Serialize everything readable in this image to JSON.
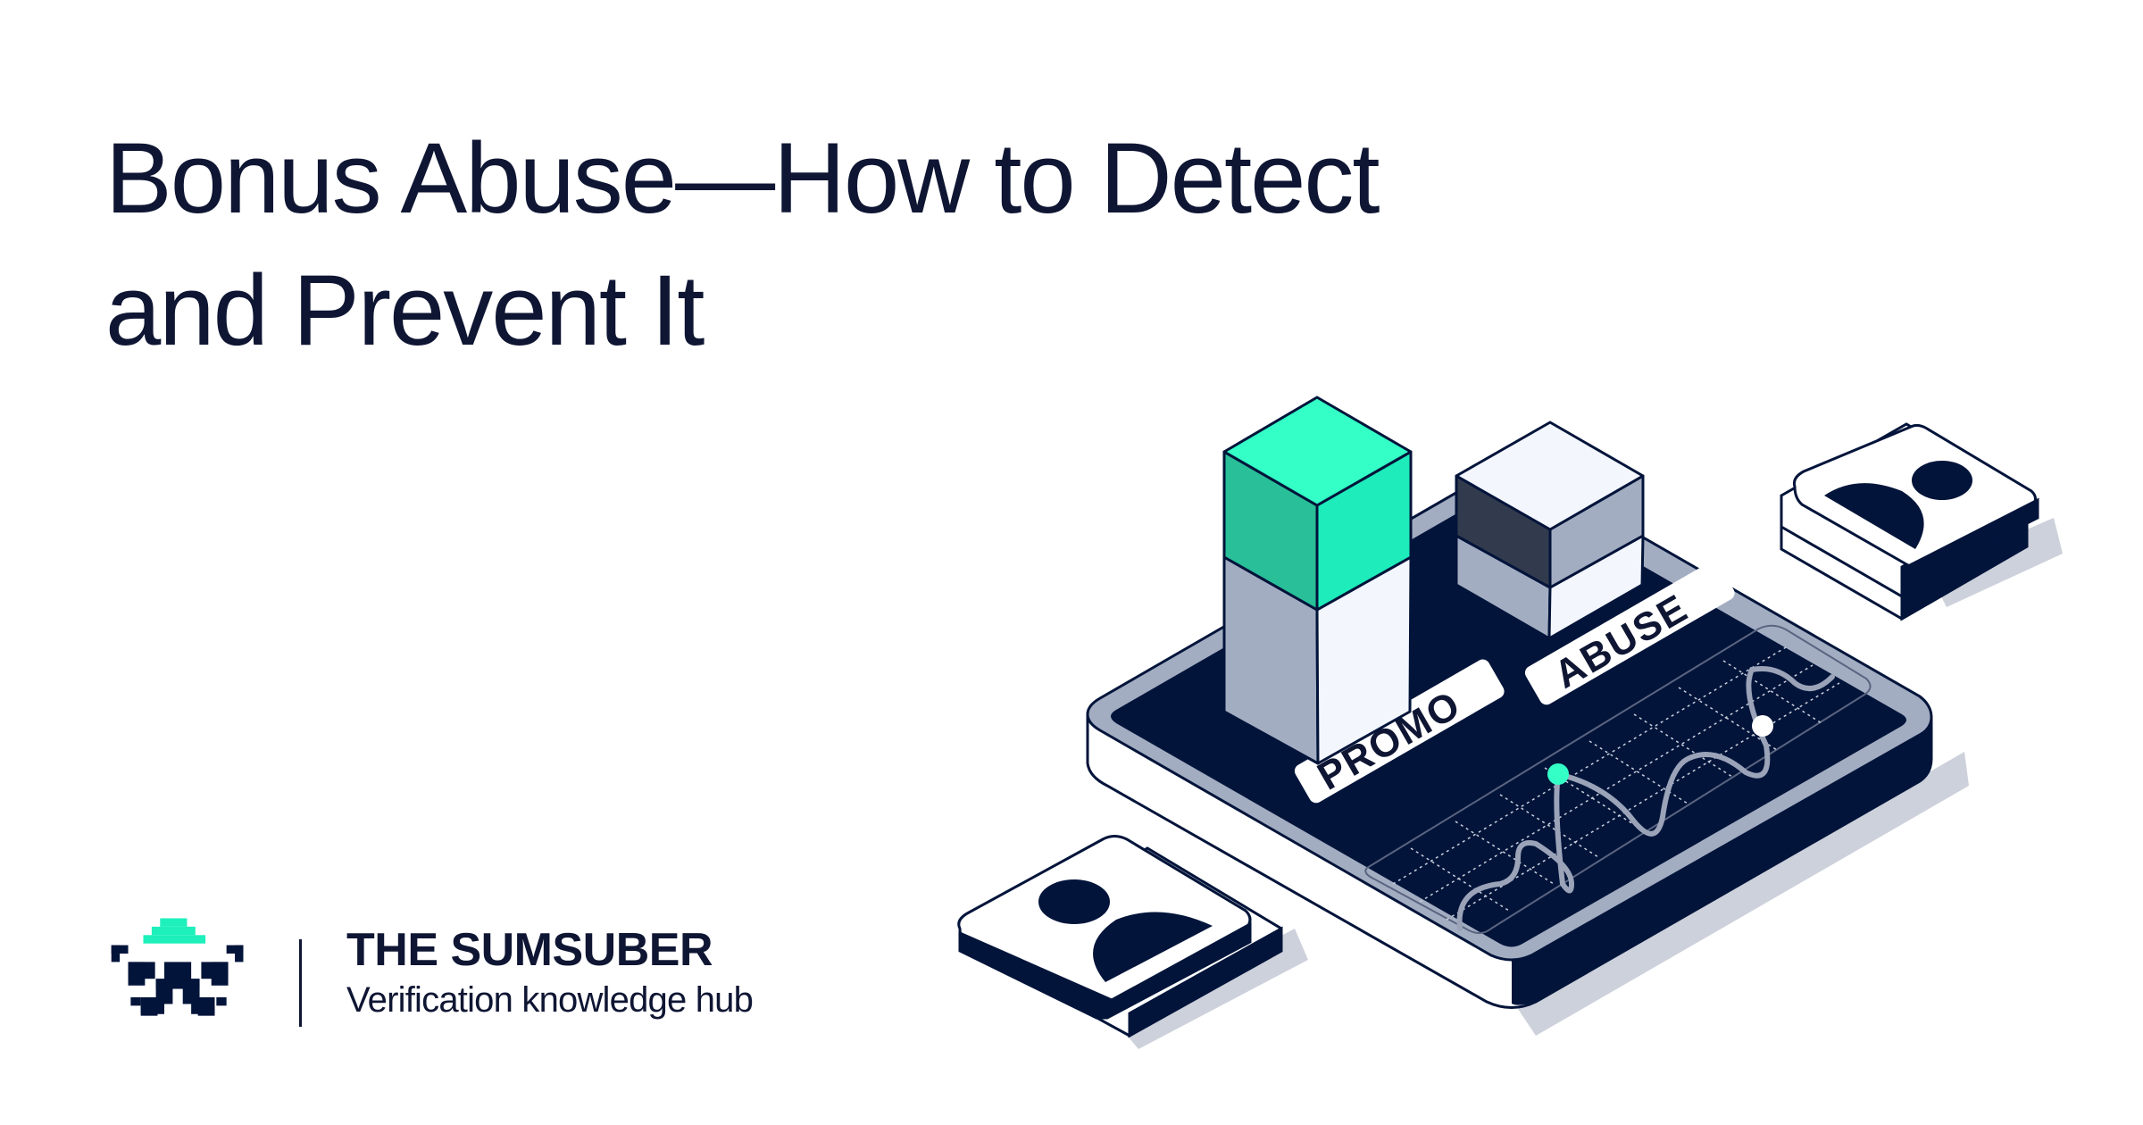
{
  "title": {
    "line1": "Bonus Abuse—How to Detect",
    "line2": "and Prevent It"
  },
  "brand": {
    "name": "THE SUMSUBER",
    "tagline": "Verification knowledge hub",
    "logo_icon": "pixel-robot-icon"
  },
  "illustration": {
    "labels": {
      "promo": "PROMO",
      "abuse": "ABUSE"
    },
    "icons": [
      "user-profile-card-icon",
      "user-profile-card-icon"
    ],
    "colors": {
      "navy": "#02143a",
      "green_top": "#33ffc6",
      "green_left": "#29bf98",
      "green_right": "#1eecbb",
      "grey": "#a3adc2",
      "light": "#f3f6fd",
      "dark_slate": "#323a4d",
      "shadow": "#cdd1db",
      "curve": "#9aa3b8"
    }
  }
}
